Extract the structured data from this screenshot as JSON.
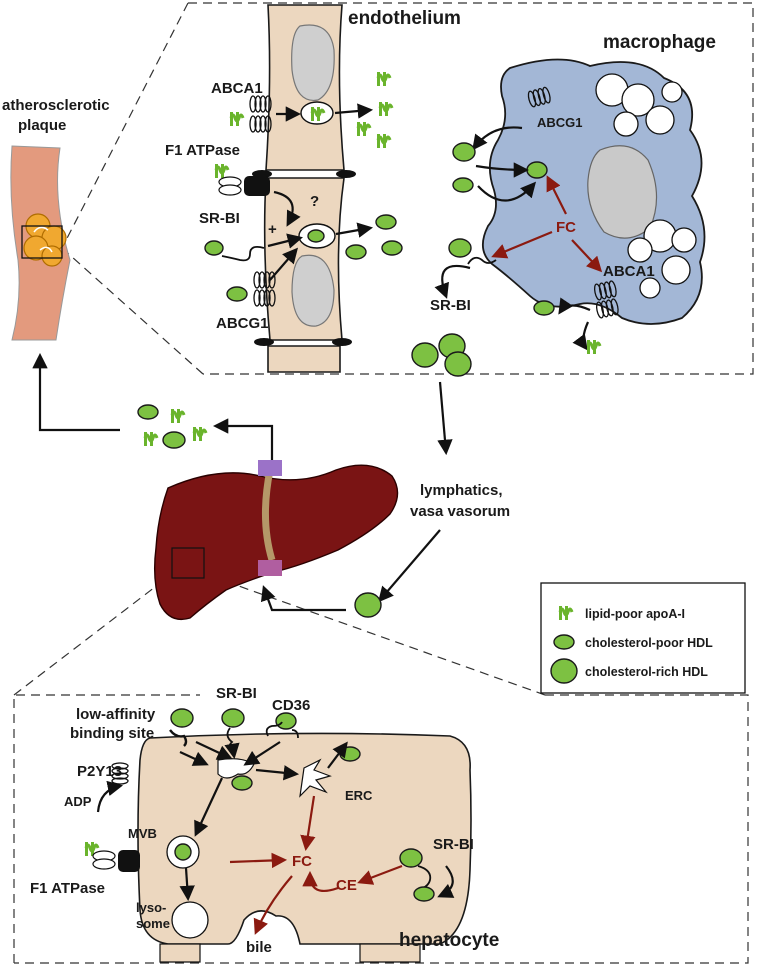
{
  "labels": {
    "endothelium": "endothelium",
    "macrophage": "macrophage",
    "plaque_line1": "atherosclerotic",
    "plaque_line2": "plaque",
    "abca1_endo": "ABCA1",
    "f1_atpase_endo": "F1 ATPase",
    "srbi_endo": "SR-BI",
    "abcg1_endo": "ABCG1",
    "question": "?",
    "plus": "+",
    "abcg1_mac": "ABCG1",
    "fc_mac": "FC",
    "abca1_mac": "ABCA1",
    "srbi_mac": "SR-BI",
    "lymph_line1": "lymphatics,",
    "lymph_line2": "vasa vasorum",
    "low_aff_line1": "low-affinity",
    "low_aff_line2": "binding site",
    "srbi_hep_top": "SR-BI",
    "cd36": "CD36",
    "p2y13": "P2Y13",
    "adp": "ADP",
    "mvb": "MVB",
    "erc": "ERC",
    "f1_atpase_hep": "F1 ATPase",
    "fc_hep": "FC",
    "ce": "CE",
    "srbi_hep_right": "SR-BI",
    "lyso_line1": "lyso-",
    "lyso_line2": "some",
    "bile": "bile",
    "hepatocyte": "hepatocyte"
  },
  "legend": {
    "items": [
      {
        "label": "lipid-poor apoA-I",
        "icon": "apoa1-icon"
      },
      {
        "label": "cholesterol-poor HDL",
        "icon": "small-hdl-icon"
      },
      {
        "label": "cholesterol-rich HDL",
        "icon": "large-hdl-icon"
      }
    ]
  },
  "colors": {
    "cell": "#ecd7bf",
    "macrophage": "#a3b7d6",
    "liver": "#7a1414",
    "hdl": "#7dc142",
    "artery": "#e39a7e",
    "plaque": "#f0a830",
    "bile_duct": "#b59868",
    "arrow_red": "#8b1a10"
  }
}
